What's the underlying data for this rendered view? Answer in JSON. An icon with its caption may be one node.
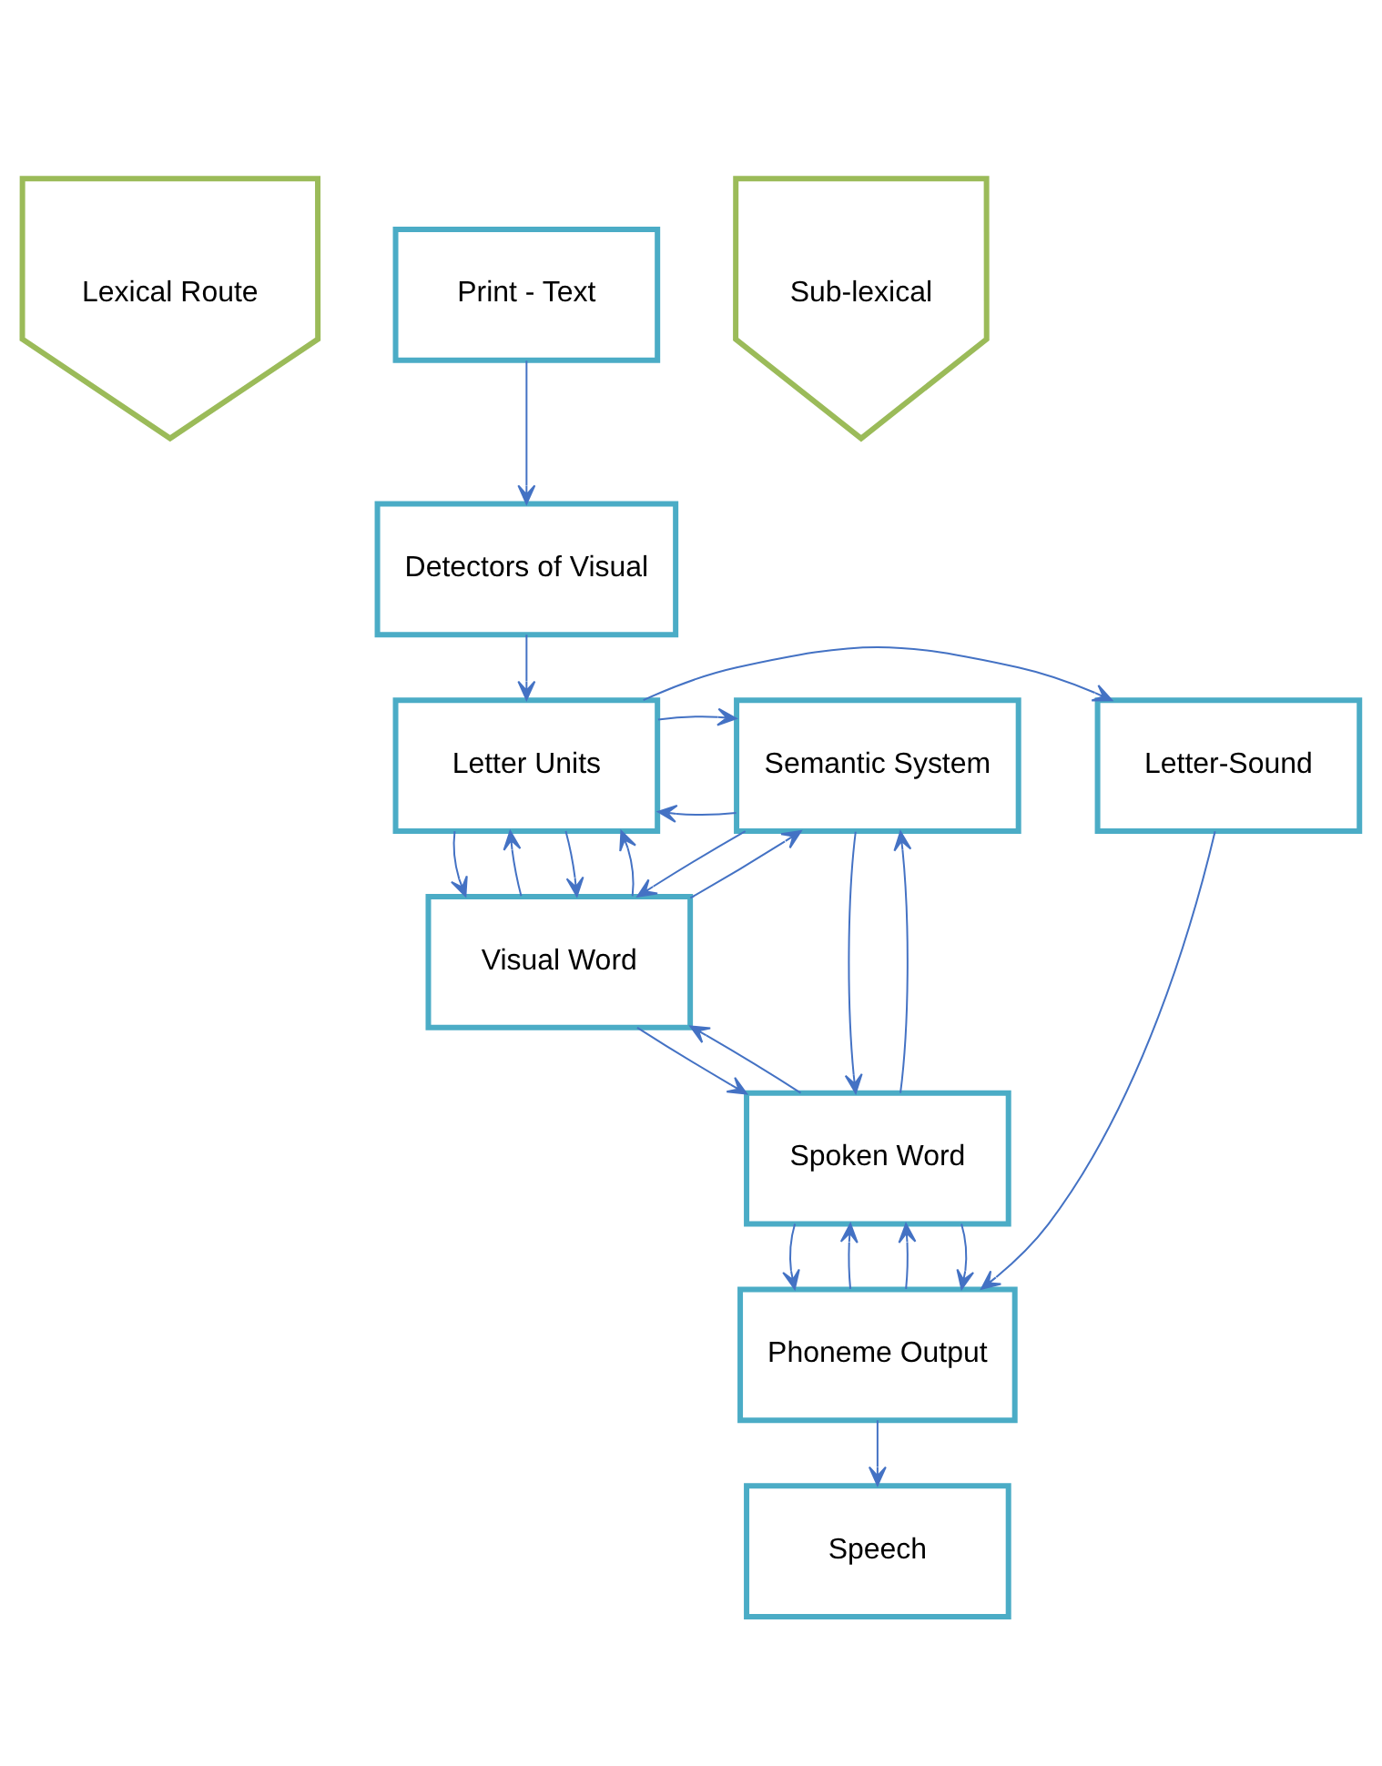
{
  "diagram": {
    "nodes": [
      {
        "text": [
          "Lexical Route"
        ]
      },
      {
        "text": [
          "Print - Text"
        ]
      },
      {
        "text": [
          "Sub-lexical"
        ]
      },
      {
        "text": [
          "Detectors of Visual"
        ]
      },
      {
        "text": [
          "Letter Units"
        ]
      },
      {
        "text": [
          "Semantic System"
        ]
      },
      {
        "text": [
          "Letter-Sound"
        ]
      },
      {
        "text": [
          "Visual Word"
        ]
      },
      {
        "text": [
          "Spoken Word"
        ]
      },
      {
        "text": [
          "Phoneme Output"
        ]
      },
      {
        "text": [
          "Speech"
        ]
      }
    ],
    "edges": [
      {
        "from": 1,
        "to": 3,
        "arrow": "to"
      },
      {
        "from": 3,
        "to": 4,
        "arrow": "to"
      },
      {
        "from": 5,
        "to": 4,
        "arrow": "to"
      },
      {
        "from": 4,
        "to": 5,
        "arrow": "to"
      },
      {
        "from": 4,
        "to": 6,
        "arrow": "to"
      },
      {
        "from": 7,
        "to": 4,
        "arrow": "to"
      },
      {
        "from": 4,
        "to": 7,
        "arrow": "to"
      },
      {
        "from": 4,
        "to": 7,
        "arrow": "to"
      },
      {
        "from": 7,
        "to": 4,
        "arrow": "to"
      },
      {
        "from": 7,
        "to": 5,
        "arrow": "to"
      },
      {
        "from": 5,
        "to": 7,
        "arrow": "to"
      },
      {
        "from": 8,
        "to": 7,
        "arrow": "to"
      },
      {
        "from": 7,
        "to": 8,
        "arrow": "to"
      },
      {
        "from": 5,
        "to": 8,
        "arrow": "to"
      },
      {
        "from": 8,
        "to": 5,
        "arrow": "to"
      },
      {
        "from": 9,
        "to": 8,
        "arrow": "to"
      },
      {
        "from": 8,
        "to": 9,
        "arrow": "to"
      },
      {
        "from": 9,
        "to": 8,
        "arrow": "to"
      },
      {
        "from": 8,
        "to": 9,
        "arrow": "to"
      },
      {
        "from": 6,
        "to": 9,
        "arrow": "to"
      },
      {
        "from": 9,
        "to": 10,
        "arrow": "to"
      }
    ]
  }
}
